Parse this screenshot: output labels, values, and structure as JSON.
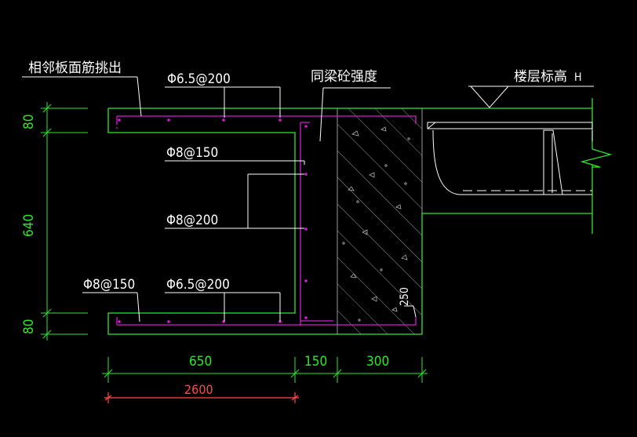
{
  "colors": {
    "background": "#000000",
    "outline": "#2ee82e",
    "rebar": "#d020d0",
    "leader": "#ffffff",
    "hatch": "#9a9a9a",
    "dim_total": "#ff4a4a",
    "text": "#ffffff"
  },
  "labels": {
    "adjacent_slab": "相邻板面筋挑出",
    "top_bar": "Φ6.5@200",
    "concrete_grade": "同梁砼强度",
    "floor_level": "楼层标高",
    "floor_level_mark": "H",
    "vertical_bar_outer": "Φ8@150",
    "vertical_bar_inner": "Φ8@200",
    "bottom_bar_left": "Φ8@150",
    "bottom_bar": "Φ6.5@200",
    "slab_250": "250"
  },
  "dimensions": {
    "top_thickness": "80",
    "height": "640",
    "bottom_thickness": "80",
    "width_650": "650",
    "width_150": "150",
    "width_300": "300",
    "total": "2600"
  }
}
